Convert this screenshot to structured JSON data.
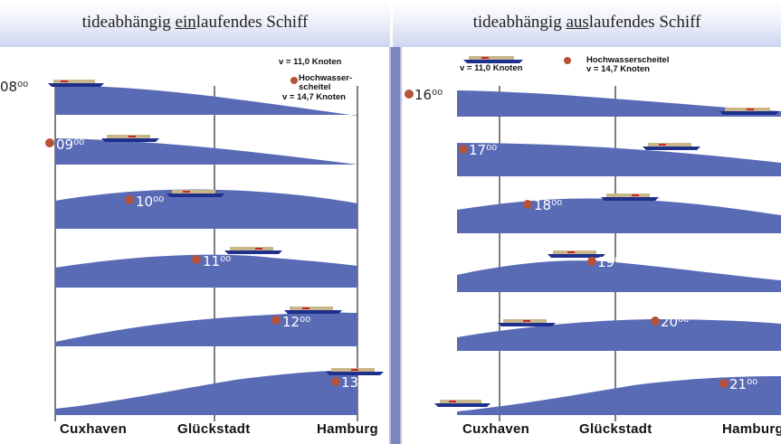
{
  "left_panel": {
    "title_prefix": "tideabhängig ",
    "title_emph": "ein",
    "title_suffix": "laufendes Schiff",
    "legend_speed": "v = 11,0 Knoten",
    "legend_crest_l1": "Hochwasser-",
    "legend_crest_l2": "scheitel",
    "legend_crest_speed": "v = 14,7 Knoten",
    "times": [
      "08⁰⁰",
      "09⁰⁰",
      "10⁰⁰",
      "11⁰⁰",
      "12⁰⁰",
      "13⁰⁰"
    ],
    "cities": [
      "Cuxhaven",
      "Glückstadt",
      "Hamburg"
    ]
  },
  "right_panel": {
    "title_prefix": "tideabhängig ",
    "title_emph": "aus",
    "title_suffix": "laufendes Schiff",
    "legend_speed": "v = 11,0 Knoten",
    "legend_crest_l1": "Hochwasserscheitel",
    "legend_crest_speed": "v = 14,7 Knoten",
    "times": [
      "16⁰⁰",
      "17⁰⁰",
      "18⁰⁰",
      "19⁰⁰",
      "20⁰⁰",
      "21⁰⁰"
    ],
    "cities": [
      "Cuxhaven",
      "Glückstadt",
      "Hamburg"
    ]
  },
  "colors": {
    "water": "#5a6bb6",
    "crest_dot": "#b5533a",
    "ship_hull": "#1e2f8c",
    "divider": "#7b86bf"
  }
}
